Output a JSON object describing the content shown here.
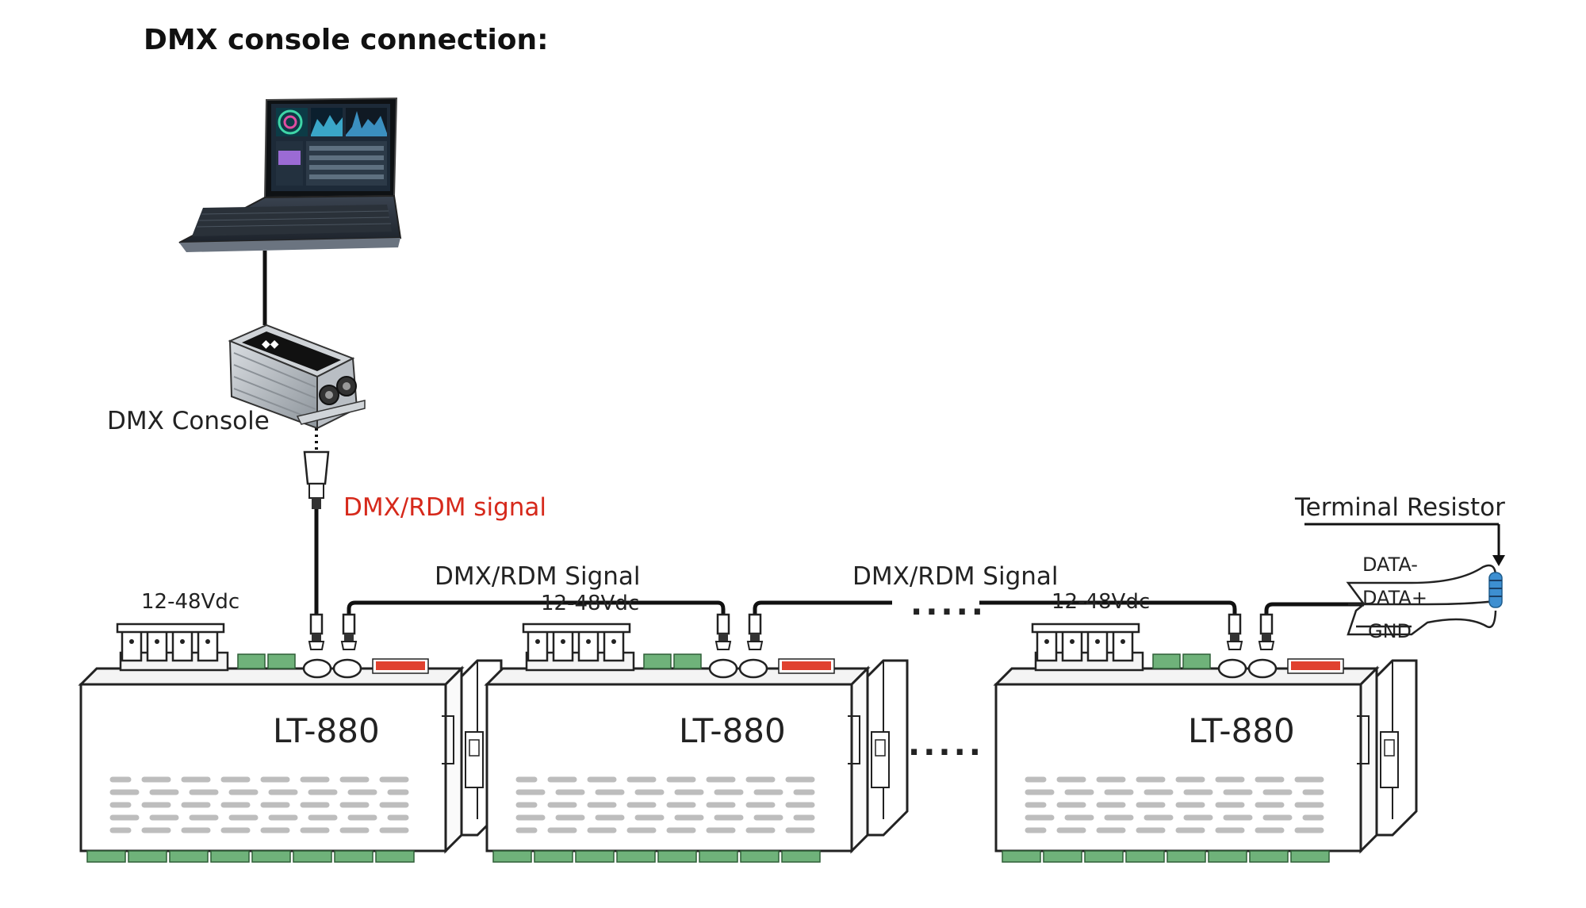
{
  "title": "DMX console connection:",
  "labels": {
    "dmx_console": "DMX Console",
    "signal_red": "DMX/RDM signal",
    "signal_1": "DMX/RDM Signal",
    "signal_2": "DMX/RDM Signal",
    "terminal_resistor": "Terminal Resistor",
    "data_minus": "DATA-",
    "data_plus": "DATA+",
    "gnd": "GND",
    "ellipsis_cable": ".....",
    "ellipsis_units": "....."
  },
  "decoders": [
    {
      "model": "LT-880",
      "power": "12-48Vdc"
    },
    {
      "model": "LT-880",
      "power": "12-48Vdc"
    },
    {
      "model": "LT-880",
      "power": "12-48Vdc"
    }
  ],
  "colors": {
    "accent_red": "#d6291b",
    "terminal_green": "#6fb27a",
    "dip_red": "#e0412f",
    "resistor_blue": "#3d8fd1",
    "laptop_screen": "#1d2a38"
  }
}
